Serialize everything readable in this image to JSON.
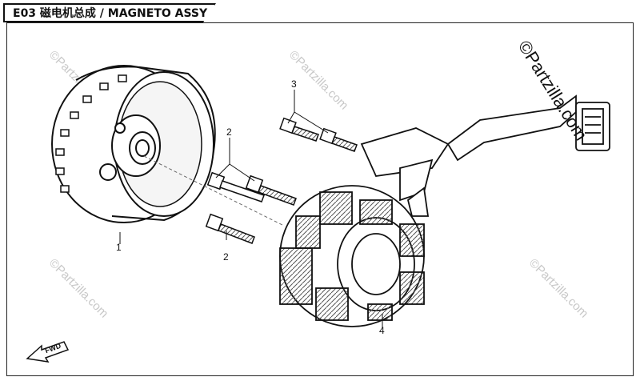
{
  "header": {
    "title": "E03  磁电机总成 / MAGNETO ASSY"
  },
  "callouts": {
    "flywheel": "1",
    "bolts_long": "2",
    "bolt_short": "2",
    "screws": "3",
    "stator": "4"
  },
  "watermark": {
    "text": "©Partzilla.com"
  },
  "copyright": {
    "text": "©Partzilla.com"
  },
  "fwd": {
    "label": "FWD"
  }
}
